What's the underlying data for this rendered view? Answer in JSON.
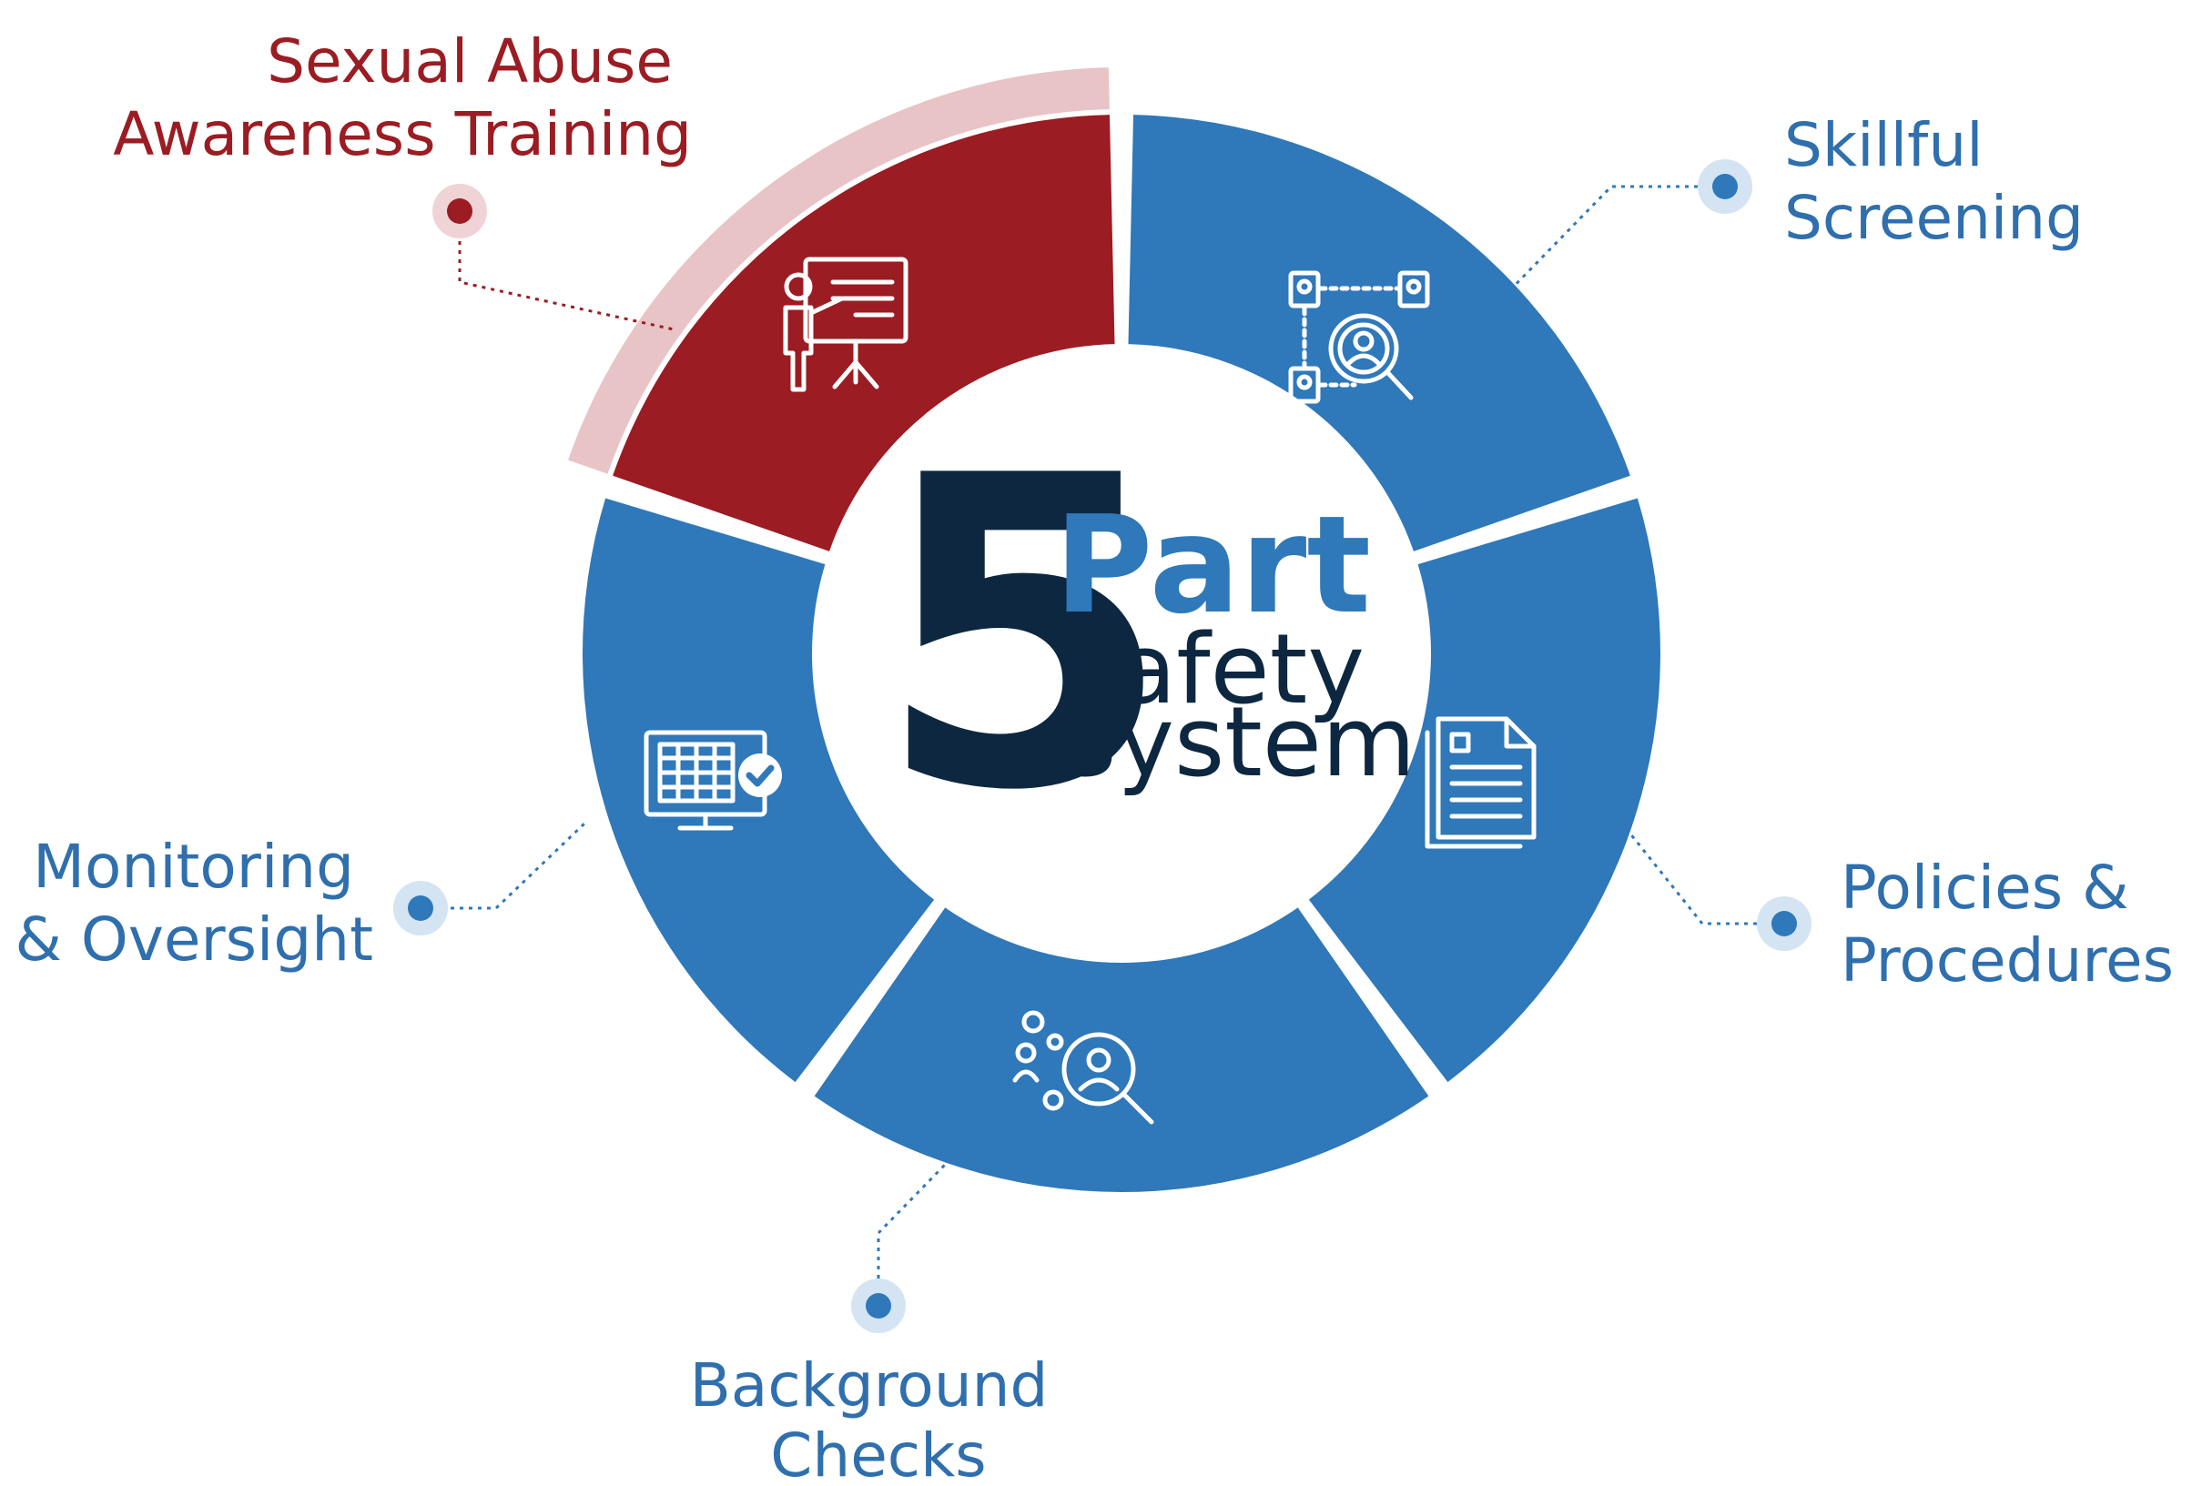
{
  "center": {
    "number": "5",
    "word": "Part",
    "line2": "Safety",
    "line3": "System"
  },
  "segments": [
    {
      "id": "sexual-abuse-awareness-training",
      "label_lines": [
        "Sexual Abuse",
        "Awareness Training"
      ],
      "highlighted": true,
      "icon": "presentation-board-icon"
    },
    {
      "id": "skillful-screening",
      "label_lines": [
        "Skillful",
        "Screening"
      ],
      "highlighted": false,
      "icon": "screening-search-icon"
    },
    {
      "id": "policies-procedures",
      "label_lines": [
        "Policies &",
        "Procedures"
      ],
      "highlighted": false,
      "icon": "document-icon"
    },
    {
      "id": "background-checks",
      "label_lines": [
        "Background",
        "Checks"
      ],
      "highlighted": false,
      "icon": "person-search-icon"
    },
    {
      "id": "monitoring-oversight",
      "label_lines": [
        "Monitoring",
        "& Oversight"
      ],
      "highlighted": false,
      "icon": "monitor-checklist-icon"
    }
  ],
  "colors": {
    "segment_blue": "#2f78b9",
    "highlight_red": "#9b1c22",
    "highlight_band": "#e8c4c6",
    "label_blue": "#2f6fad",
    "label_red": "#9b1c22",
    "number_dark": "#0d2740",
    "connector_blue": "#2f78b9",
    "dot_halo_blue": "#d4e4f3",
    "dot_halo_red": "#f0d3d5"
  }
}
